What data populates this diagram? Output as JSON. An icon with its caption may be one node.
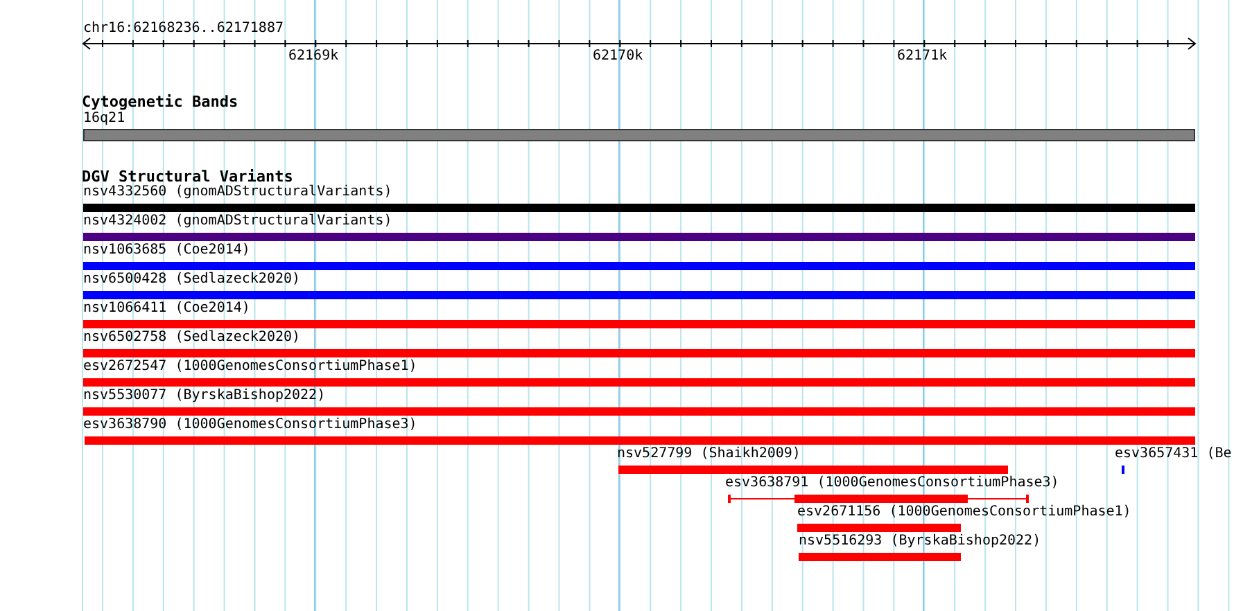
{
  "diagram": {
    "nodes": [
      {
        "text": [
          "16q21"
        ]
      },
      {
        "text": [
          "nsv4332560 (gnomADStructuralVariants)"
        ]
      },
      {
        "text": [
          "nsv4324002 (gnomADStructuralVariants)"
        ]
      },
      {
        "text": [
          "nsv1063685 (Coe2014)"
        ]
      },
      {
        "text": [
          "nsv6500428 (Sedlazeck2020)"
        ]
      },
      {
        "text": [
          "nsv1066411 (Coe2014)"
        ]
      },
      {
        "text": [
          "nsv6502758 (Sedlazeck2020)"
        ]
      },
      {
        "text": [
          "esv2672547 (1000GenomesConsortiumPhase1)"
        ]
      },
      {
        "text": [
          "nsv5530077 (ByrskaBishop2022)"
        ]
      },
      {
        "text": [
          "esv3638790 (1000GenomesConsortiumPhase3)"
        ]
      },
      {
        "text": [
          "nsv527799 (Shaikh2009)"
        ]
      },
      {
        "text": [
          "esv3657431 (Be"
        ]
      },
      {
        "text": [
          "esv3638791 (1000GenomesConsortiumPhase3)"
        ]
      },
      {
        "text": [
          "esv2671156 (1000GenomesConsortiumPhase1)"
        ]
      },
      {
        "text": [
          "nsv5516293 (ByrskaBishop2022)"
        ]
      }
    ],
    "edges": [],
    "labels": [
      "chr16:62168236..62171887",
      "62169k",
      "62170k",
      "62171k",
      "Cytogenetic Bands",
      "DGV Structural Variants"
    ]
  }
}
